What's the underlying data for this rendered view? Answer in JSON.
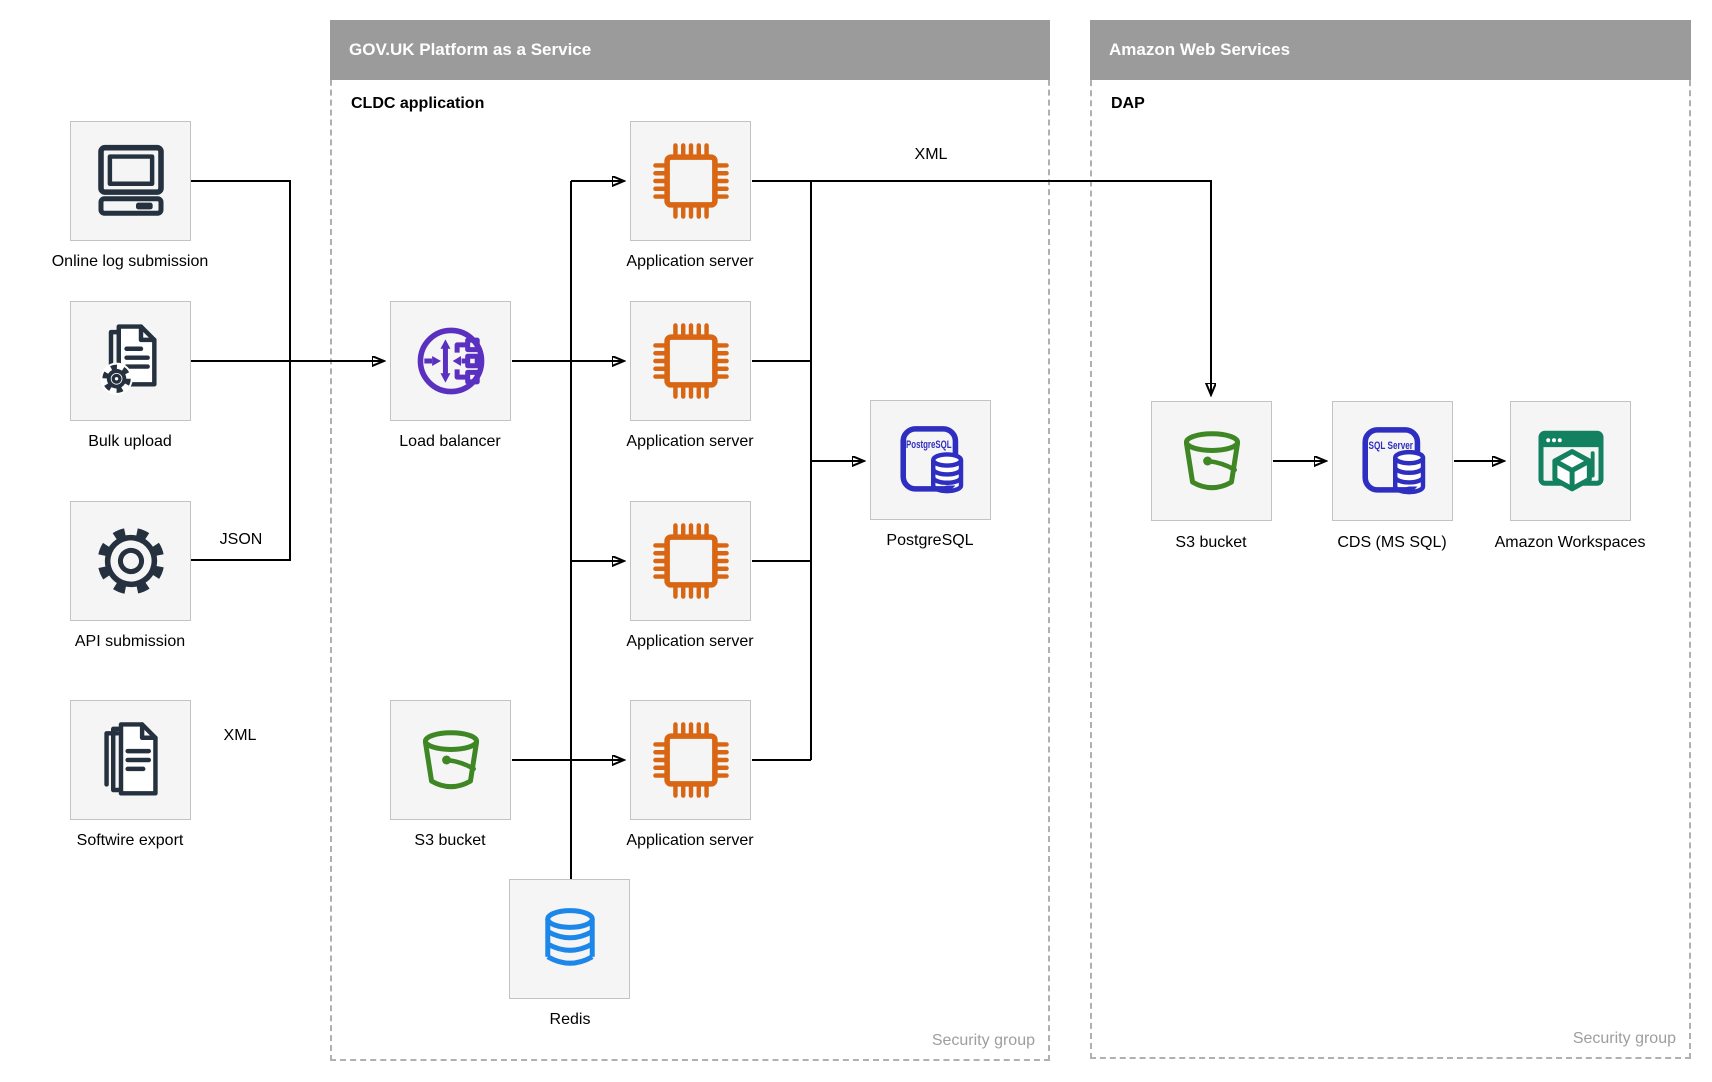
{
  "containers": {
    "paas": {
      "title": "GOV.UK Platform as a Service",
      "sublabel": "CLDC application",
      "footer": "Security group"
    },
    "aws": {
      "title": "Amazon Web Services",
      "sublabel": "DAP",
      "footer": "Security group"
    }
  },
  "nodes": {
    "online_log": {
      "label": "Online log submission"
    },
    "bulk_upload": {
      "label": "Bulk upload"
    },
    "api_submission": {
      "label": "API submission"
    },
    "softwire_export": {
      "label": "Softwire export"
    },
    "load_balancer": {
      "label": "Load balancer"
    },
    "app_server_1": {
      "label": "Application server"
    },
    "app_server_2": {
      "label": "Application server"
    },
    "app_server_3": {
      "label": "Application server"
    },
    "app_server_4": {
      "label": "Application server"
    },
    "s3_bucket_paas": {
      "label": "S3 bucket"
    },
    "redis": {
      "label": "Redis"
    },
    "postgresql": {
      "label": "PostgreSQL"
    },
    "s3_bucket_aws": {
      "label": "S3 bucket"
    },
    "cds": {
      "label": "CDS (MS SQL)"
    },
    "workspaces": {
      "label": "Amazon Workspaces"
    }
  },
  "edge_labels": {
    "api_json": "JSON",
    "softwire_xml": "XML",
    "app_to_dap_xml": "XML"
  },
  "icon_texts": {
    "postgresql": "PostgreSQL",
    "sql_server": "SQL Server"
  },
  "colors": {
    "container_header_bg": "#9b9b9b",
    "container_header_text": "#ffffff",
    "container_border": "#b0b0b0",
    "node_fill": "#f5f5f5",
    "node_border": "#c3c3c3",
    "connector": "#000000",
    "muted_text": "#9e9e9e",
    "icon_dark_navy": "#25313f",
    "icon_orange": "#d86613",
    "icon_purple": "#5a30c0",
    "icon_green": "#3f8624",
    "icon_blue": "#1c87e8",
    "icon_indigo": "#2e2ec0",
    "icon_teal": "#13805f"
  }
}
